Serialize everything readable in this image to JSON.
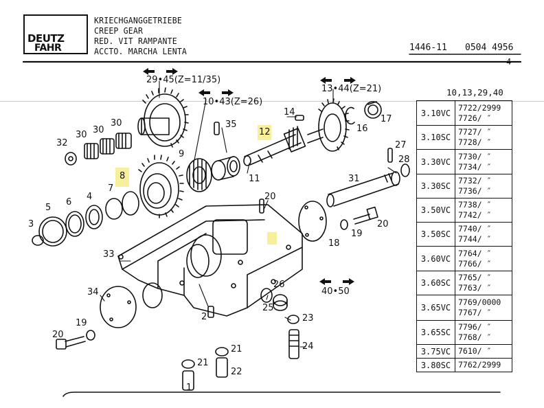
{
  "header": {
    "brand_top": "DEUTZ",
    "brand_bottom": "FAHR",
    "title_lines": [
      "KRIECHGANGGETRIEBE",
      "CREEP GEAR",
      "RED. VIT RAMPANTE",
      "ACCTO. MARCHA LENTA"
    ],
    "doc_ref": "1446-11",
    "doc_code": "0504 4956",
    "page": "4"
  },
  "applicability": "10,13,29,40",
  "models": [
    {
      "model": "3.10VC",
      "parts": [
        "7722/2999",
        "7726/ ″"
      ]
    },
    {
      "model": "3.10SC",
      "parts": [
        "7727/ ″",
        "7728/ ″"
      ]
    },
    {
      "model": "3.30VC",
      "parts": [
        "7730/ ″",
        "7734/ ″"
      ]
    },
    {
      "model": "3.30SC",
      "parts": [
        "7732/ ″",
        "7736/ ″"
      ]
    },
    {
      "model": "3.50VC",
      "parts": [
        "7738/ ″",
        "7742/ ″"
      ]
    },
    {
      "model": "3.50SC",
      "parts": [
        "7740/ ″",
        "7744/ ″"
      ]
    },
    {
      "model": "3.60VC",
      "parts": [
        "7764/ ″",
        "7766/ ″"
      ]
    },
    {
      "model": "3.60SC",
      "parts": [
        "7765/ ″",
        "7763/ ″"
      ]
    },
    {
      "model": "3.65VC",
      "parts": [
        "7769/0000",
        "7767/ ″"
      ]
    },
    {
      "model": "3.65SC",
      "parts": [
        "7796/ ″",
        "7768/ ″"
      ]
    },
    {
      "model": "3.75VC",
      "parts": [
        "7610/ ″"
      ]
    },
    {
      "model": "3.80SC",
      "parts": [
        "7762/2999"
      ]
    }
  ],
  "annotations": {
    "gear29": "29•45(Z=11/35)",
    "gear10": "10•43(Z=26)",
    "gear13": "13•44(Z=21)",
    "kit40": "40•50"
  },
  "callouts": [
    "1",
    "2",
    "3",
    "5",
    "6",
    "4",
    "7",
    "8",
    "9",
    "10",
    "11",
    "12",
    "14",
    "16",
    "17",
    "18",
    "19",
    "19",
    "20",
    "20",
    "20",
    "21",
    "21",
    "22",
    "23",
    "24",
    "25",
    "26",
    "27",
    "28",
    "30",
    "30",
    "30",
    "31",
    "32",
    "33",
    "34",
    "35"
  ]
}
